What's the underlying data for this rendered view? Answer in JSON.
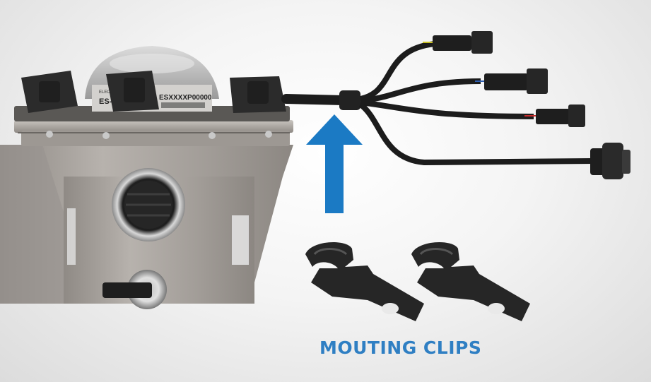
{
  "caption": {
    "text": "MOUTING CLIPS",
    "color": "#2f7fc3"
  },
  "device": {
    "label_model": "ES-XXXX",
    "label_serial": "ESXXXXP00000",
    "label_brand": "ELECTRIKSEN"
  },
  "colors": {
    "arrow": "#1b7ac4",
    "housing": "#a9a49f",
    "cable": "#1c1c1c",
    "knob": "#2b2b2b",
    "clip": "#262626"
  },
  "icons": {
    "arrow": "up-arrow-icon",
    "clip": "mounting-clip-icon"
  }
}
